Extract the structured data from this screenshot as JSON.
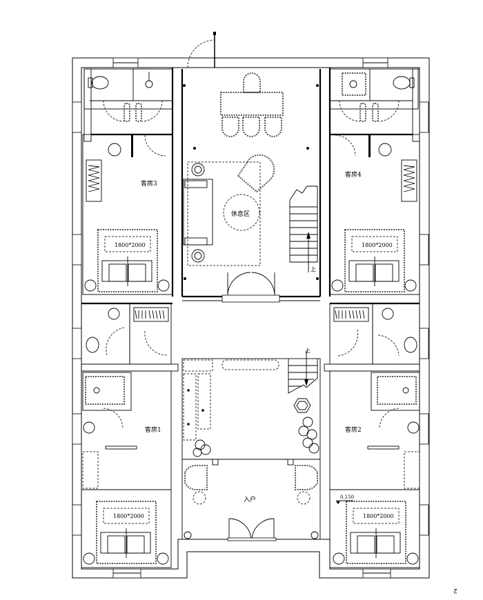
{
  "drawing": {
    "type": "architectural-floor-plan",
    "page_number": "2",
    "colors": {
      "line": "#000000",
      "background": "#ffffff"
    }
  },
  "rooms": {
    "lounge": {
      "label": "休息区"
    },
    "entry": {
      "label": "入户"
    },
    "guest1": {
      "label": "客房1",
      "bed": "1800*2000"
    },
    "guest2": {
      "label": "客房2",
      "bed": "1800*2000"
    },
    "guest3": {
      "label": "客房3",
      "bed": "1800*2000"
    },
    "guest4": {
      "label": "客房4",
      "bed": "1800*2000"
    }
  },
  "stairs": {
    "upper": {
      "direction_label": "上"
    },
    "lower": {
      "direction_label": "上"
    }
  },
  "annotations": {
    "elevation_mark": "0.150"
  },
  "icons": [
    "door-swing-icon",
    "toilet-icon",
    "shower-icon",
    "sink-icon",
    "wardrobe-icon",
    "bed-icon",
    "lamp-icon",
    "sofa-icon",
    "armchair-icon",
    "table-icon",
    "plant-icon",
    "hex-planter-icon",
    "light-point-icon"
  ]
}
